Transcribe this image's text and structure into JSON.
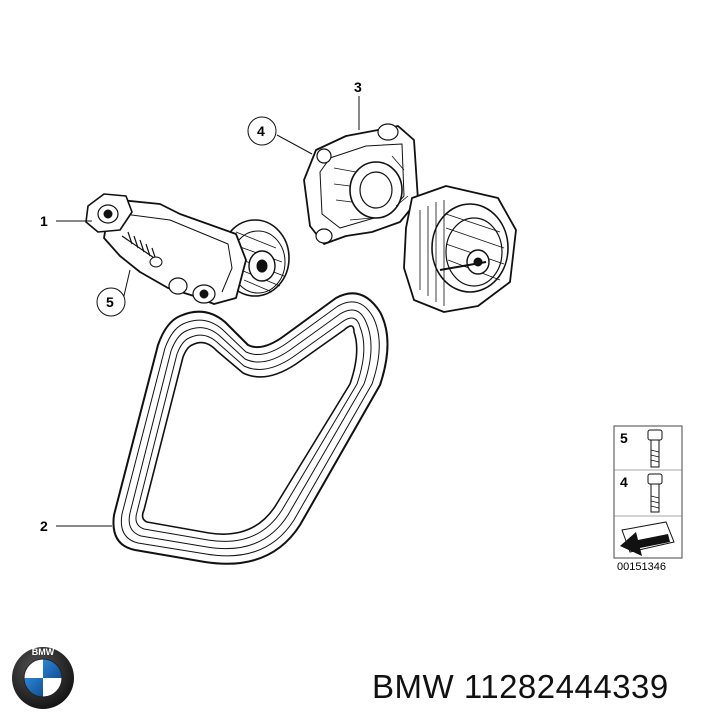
{
  "callouts": {
    "c1": "1",
    "c2": "2",
    "c3": "3",
    "c4": "4",
    "c5": "5"
  },
  "legend": {
    "row_top": "5",
    "row_bottom": "4",
    "code": "00151346"
  },
  "logo": {
    "letters": "BMW"
  },
  "footer": {
    "brand": "BMW",
    "part_number": "11282444339",
    "text": "BMW 11282444339"
  }
}
